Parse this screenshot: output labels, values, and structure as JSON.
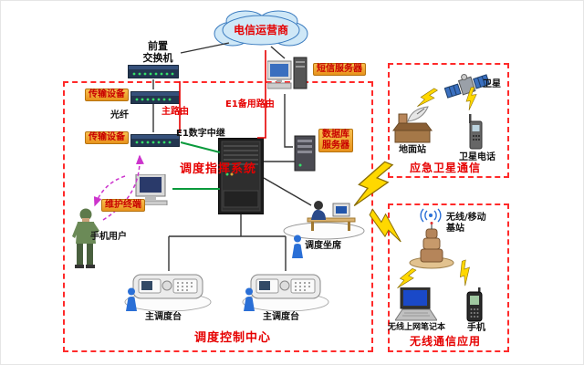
{
  "nodes": {
    "cloud": {
      "label": "电信运营商"
    },
    "front_switch": {
      "label": "前置\n交换机"
    },
    "transmission1": {
      "label": "传输设备"
    },
    "transmission2": {
      "label": "传输设备"
    },
    "fiber": {
      "label": "光纤"
    },
    "main_route": {
      "label": "主路由"
    },
    "e1_trunk": {
      "label": "E1数字中继"
    },
    "e1_backup": {
      "label": "E1备用路由"
    },
    "sms_server": {
      "label": "短信服务器"
    },
    "db_server": {
      "label": "数据库\n服务器"
    },
    "dispatch_system": {
      "label": "调度指挥系统"
    },
    "maintenance_terminal": {
      "label": "维护终端"
    },
    "mobile_user": {
      "label": "手机用户"
    },
    "dispatch_seat": {
      "label": "调度坐席"
    },
    "console_left": {
      "label": "主调度台"
    },
    "console_right": {
      "label": "主调度台"
    },
    "control_center": {
      "label": "调度控制中心"
    },
    "satellite": {
      "label": "卫星"
    },
    "ground_station": {
      "label": "地面站"
    },
    "satellite_phone": {
      "label": "卫星电话"
    },
    "satellite_zone": {
      "label": "应急卫星通信"
    },
    "base_station": {
      "label": "无线/移动\n基站"
    },
    "wireless_laptop": {
      "label": "无线上网笔记本"
    },
    "mobile_phone": {
      "label": "手机"
    },
    "wireless_zone": {
      "label": "无线通信应用"
    }
  },
  "colors": {
    "zone_border": "#ff2a2a",
    "label_bg": "#f0a13a",
    "label_text": "#c80000",
    "route_red": "#e60000",
    "link_green": "#0a9a3c",
    "link_purple": "#cc33cc",
    "lightning": "#ffd800"
  }
}
